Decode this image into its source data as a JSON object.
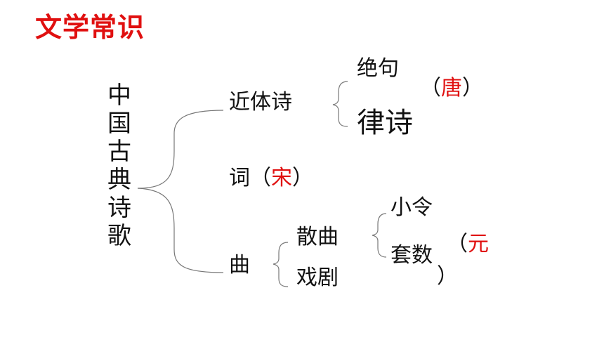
{
  "title": "文学常识",
  "colors": {
    "title": "#e01010",
    "highlight": "#e01010",
    "text": "#111111",
    "lines": "#777777"
  },
  "root": "中国古典诗歌",
  "branches": {
    "jintishi": {
      "label": "近体诗",
      "children": [
        "绝句",
        "律诗"
      ],
      "era_open": "（",
      "era": "唐",
      "era_close": "）"
    },
    "ci": {
      "label": "词",
      "era_open": "（",
      "era": "宋",
      "era_close": "）"
    },
    "qu": {
      "label": "曲",
      "children": [
        "散曲",
        "戏剧"
      ],
      "sanqu_children": [
        "小令",
        "套数"
      ],
      "era_open": "（",
      "era": "元",
      "era_close": "）"
    }
  }
}
